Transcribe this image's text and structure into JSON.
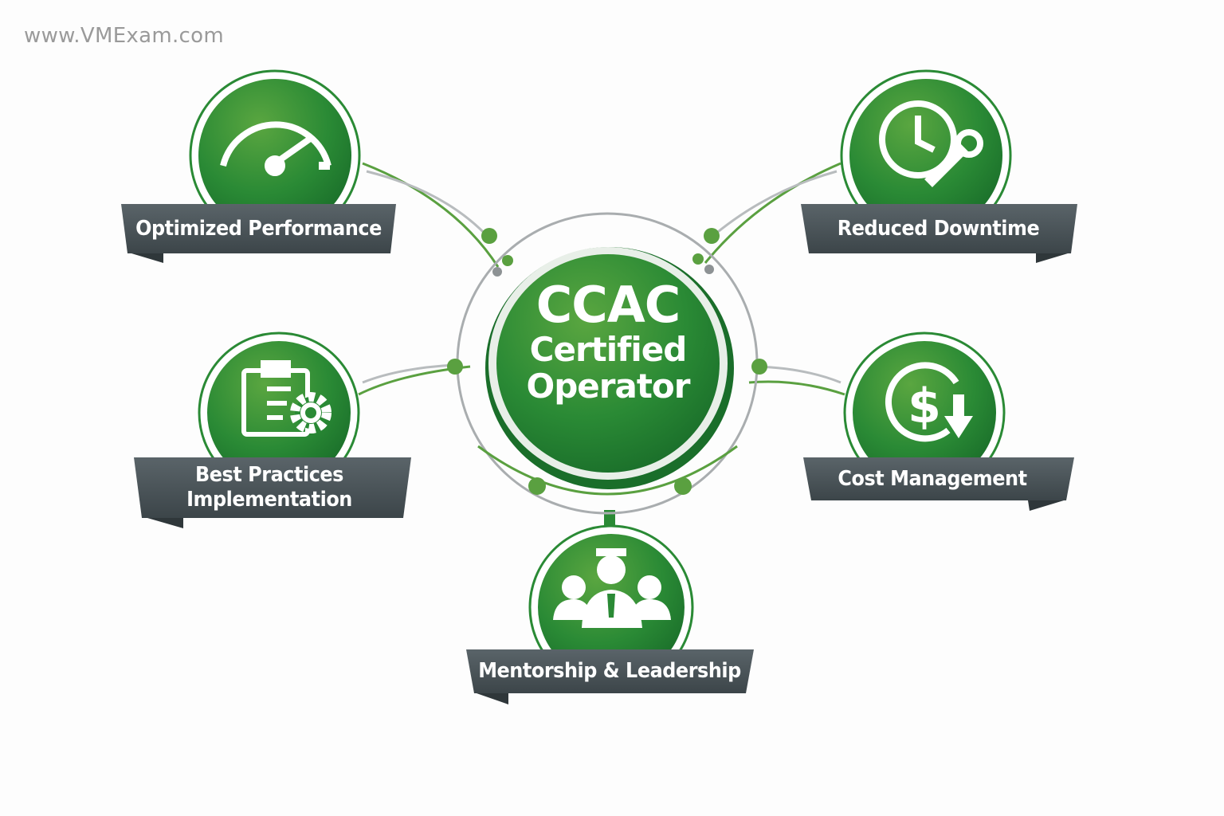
{
  "watermark": "www.VMExam.com",
  "center": {
    "line1": "CCAC",
    "line2": "Certified",
    "line3": "Operator"
  },
  "nodes": [
    {
      "label": "Optimized Performance",
      "icon": "speedometer-icon"
    },
    {
      "label": "Reduced Downtime",
      "icon": "clock-wrench-icon"
    },
    {
      "label_line1": "Best Practices",
      "label_line2": "Implementation",
      "icon": "clipboard-gear-icon"
    },
    {
      "label": "Cost Management",
      "icon": "dollar-down-icon"
    },
    {
      "label": "Mentorship & Leadership",
      "icon": "team-leader-icon"
    }
  ],
  "colors": {
    "green_dark": "#1f7a2e",
    "green_light": "#6aac45",
    "banner": "#4a5459",
    "ring": "#a9adaf"
  }
}
